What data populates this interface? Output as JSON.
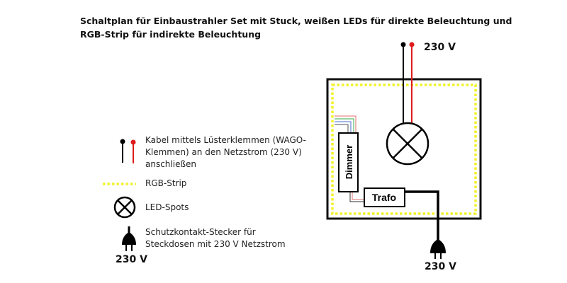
{
  "title_line1": "Schaltplan für Einbaustrahler Set mit Stuck, weißen LEDs für direkte Beleuchtung und",
  "title_line2": "RGB-Strip für indirekte Beleuchtung",
  "diagram": {
    "top_voltage": "230 V",
    "bottom_voltage": "230 V",
    "dimmer_label": "Dimmer",
    "trafo_label": "Trafo"
  },
  "legend": {
    "cable_line1": "Kabel mittels Lüsterklemmen (WAGO-",
    "cable_line2": "Klemmen) an den Netzstrom (230 V)",
    "cable_line3": "anschließen",
    "rgb_strip": "RGB-Strip",
    "led_spots": "LED-Spots",
    "plug_line1": "Schutzkontakt-Stecker für",
    "plug_line2": "Steckdosen mit 230 V Netzstrom",
    "plug_voltage": "230 V"
  },
  "colors": {
    "wire_red": "#e01b1b",
    "strip_yellow": "#f2f22a",
    "wire_green": "#3aa845",
    "wire_blue": "#4a6fd0"
  }
}
